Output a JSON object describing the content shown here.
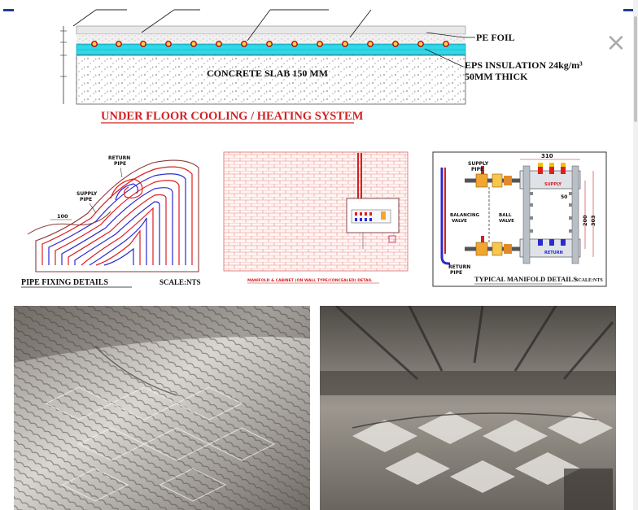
{
  "modal": {
    "close_symbol": "×"
  },
  "section_diagram": {
    "pe_foil_label": "PE FOIL",
    "eps_insulation_label": "EPS INSULATION 24kg/m³",
    "eps_thickness_label": "50MM THICK",
    "slab_label": "CONCRETE SLAB 150 MM",
    "system_title": "UNDER FLOOR COOLING / HEATING SYSTEM"
  },
  "pipe_fixing": {
    "return_label_1": "RETURN",
    "return_label_2": "PIPE",
    "supply_label_1": "SUPPLY",
    "supply_label_2": "PIPE",
    "dimension": "100",
    "caption": "PIPE  FIXING  DETAILS",
    "scale": "SCALE:NTS"
  },
  "manifold_cabinet": {
    "caption": "MANIFOLD & CABINET (ON WALL TYPE/CONCEALED)  DETAIL"
  },
  "typical_manifold": {
    "supply_label_1": "SUPPLY",
    "supply_label_2": "PIPE",
    "balancing_label_1": "BALANCING",
    "balancing_label_2": "VALVE",
    "ball_label_1": "BALL",
    "ball_label_2": "VALVE",
    "return_label_1": "RETURN",
    "return_label_2": "PIPE",
    "supply_tag": "SUPPLY",
    "return_tag": "RETURN",
    "dim_width": "310",
    "dim_50": "50",
    "dim_200": "200",
    "dim_303": "303",
    "caption": "TYPICAL  MANIFOLD  DETAILS",
    "scale": "SCALE:NTS"
  },
  "colors": {
    "title_red": "#d32020",
    "supply_red": "#e01e1e",
    "return_blue": "#2a2ad0",
    "insulation_cyan": "#31d8e8",
    "accent_navy": "#1f3f8f"
  }
}
